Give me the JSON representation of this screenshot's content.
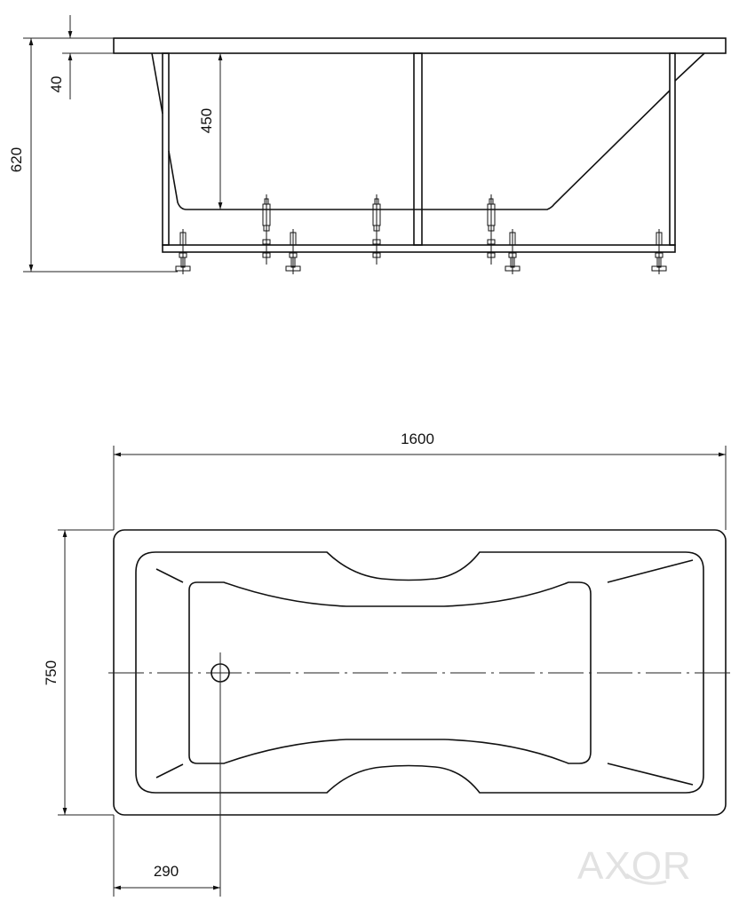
{
  "side_view": {
    "dimensions": {
      "total_height": "620",
      "rim_thickness": "40",
      "depth": "450"
    }
  },
  "plan_view": {
    "dimensions": {
      "length": "1600",
      "width": "750",
      "drain_offset": "290"
    }
  },
  "brand": {
    "logo": "AXOR"
  },
  "colors": {
    "line": "#111111",
    "logo": "#e2e2e2"
  }
}
